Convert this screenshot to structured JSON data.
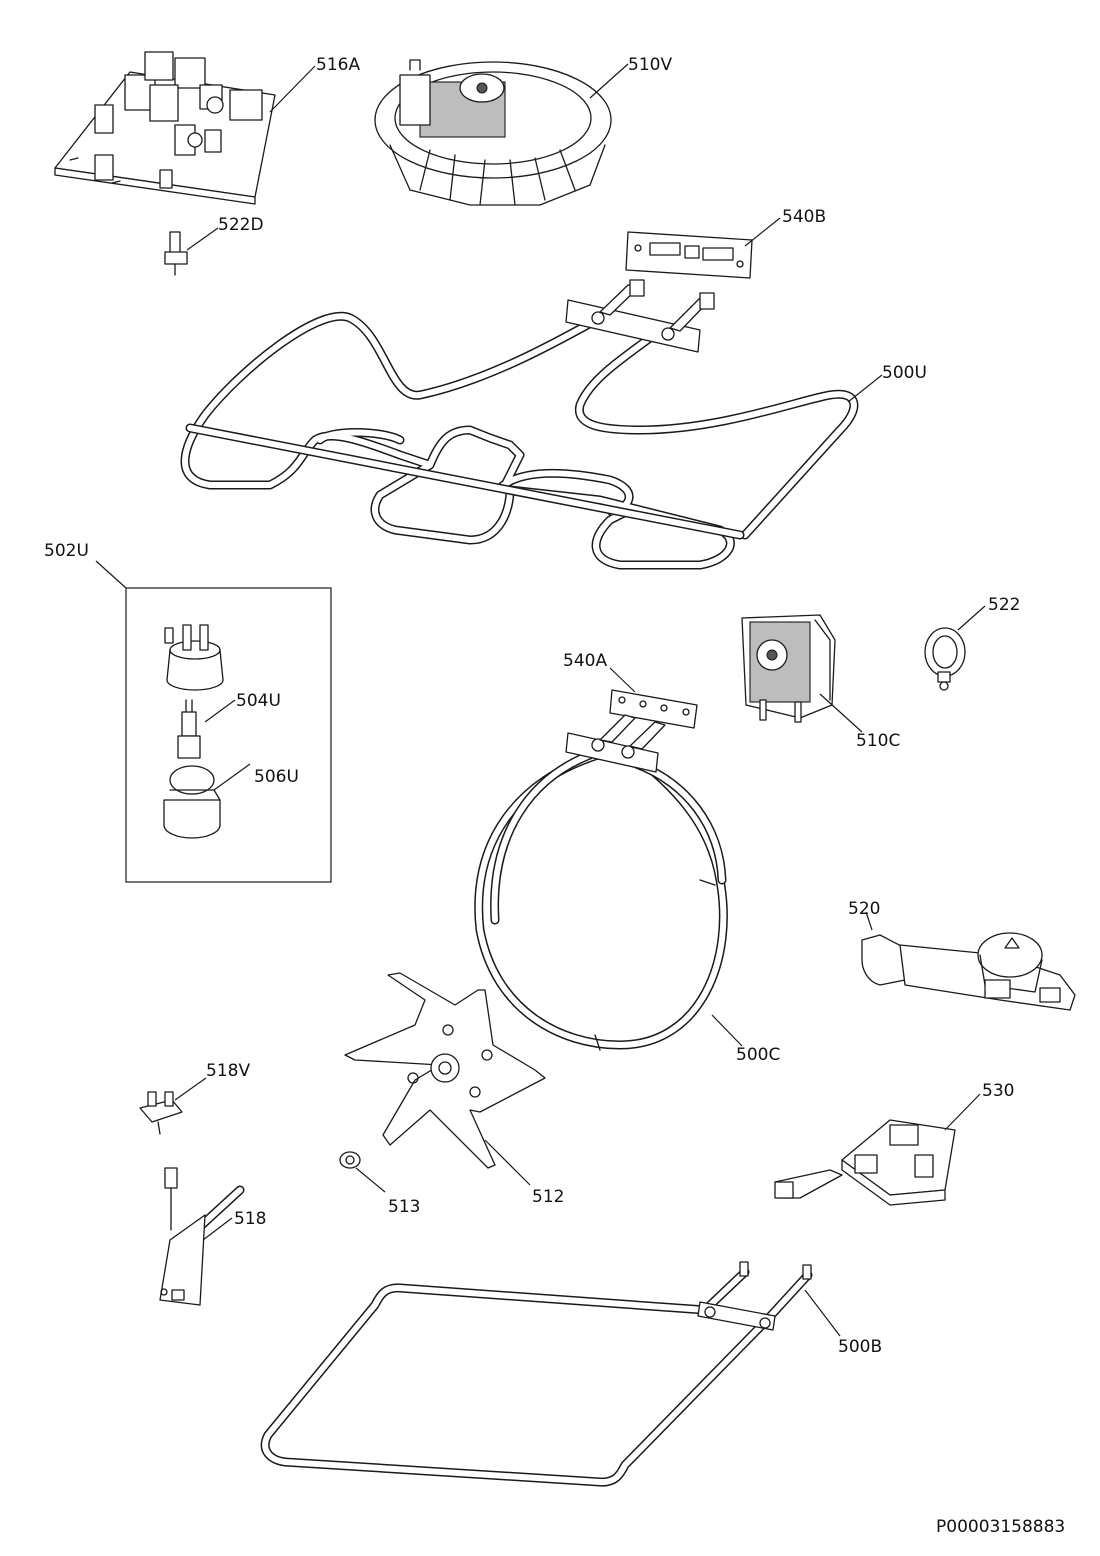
{
  "labels": {
    "p516A": "516A",
    "p510V": "510V",
    "p522D": "522D",
    "p540B": "540B",
    "p500U": "500U",
    "p502U": "502U",
    "p504U": "504U",
    "p506U": "506U",
    "p540A": "540A",
    "p510C": "510C",
    "p522": "522",
    "p520": "520",
    "p500C": "500C",
    "p518V": "518V",
    "p513": "513",
    "p512": "512",
    "p518": "518",
    "p530": "530",
    "p500B": "500B"
  },
  "document_id": "P00003158883"
}
